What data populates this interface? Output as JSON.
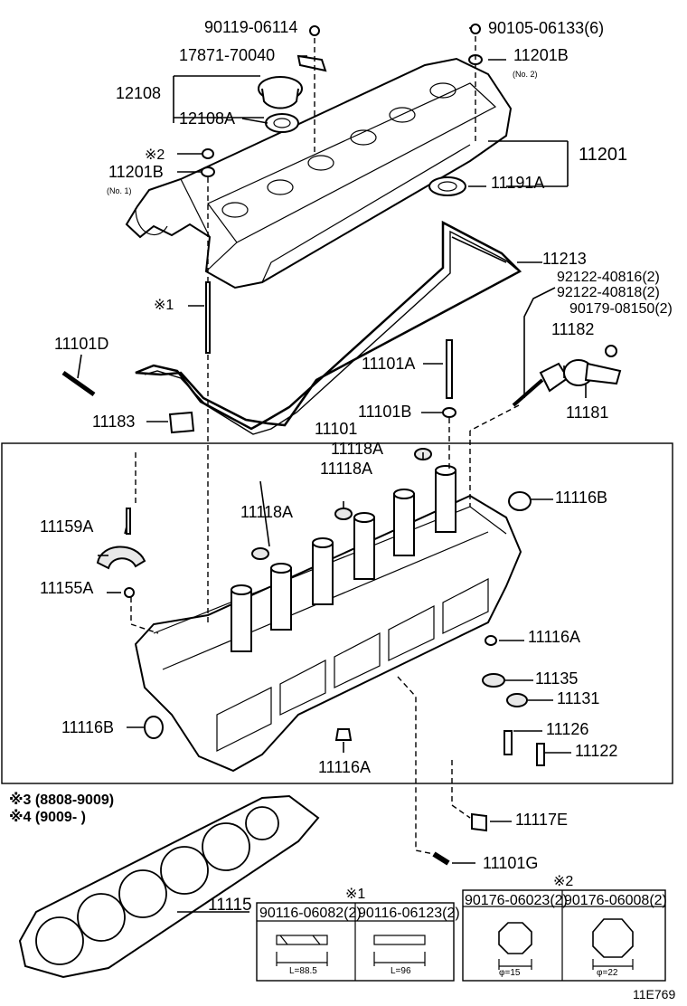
{
  "labels": {
    "p90119": "90119-06114",
    "p90105": "90105-06133(6)",
    "p17871": "17871-70040",
    "p11201b_top": "11201B",
    "no2": "(No. 2)",
    "p12108": "12108",
    "p12108a": "12108A",
    "ref2_top": "※2",
    "p11201b_left": "11201B",
    "no1": "(No. 1)",
    "p11201": "11201",
    "p11191a": "11191A",
    "p11213": "11213",
    "p92122_40816": "92122-40816(2)",
    "p92122_40818": "92122-40818(2)",
    "p90179": "90179-08150(2)",
    "ref1_left": "※1",
    "p11101d": "11101D",
    "p11182": "11182",
    "p11101a": "11101A",
    "p11181": "11181",
    "p11101b": "11101B",
    "p11183": "11183",
    "p11101": "11101",
    "p11118a_1": "11118A",
    "p11118a_2": "11118A",
    "p11118a_3": "11118A",
    "p11116b_r": "11116B",
    "p11159a": "11159A",
    "p11155a": "11155A",
    "p11116a_r": "11116A",
    "p11135": "11135",
    "p11131": "11131",
    "p11116b_l": "11116B",
    "p11126": "11126",
    "p11122": "11122",
    "p11116a_b": "11116A",
    "ref3": "※3 (8808-9009)",
    "ref4": "※4 (9009-         )",
    "p11117e": "11117E",
    "p11101g": "11101G",
    "p11115": "11115",
    "ref1_table": "※1",
    "ref2_table": "※2",
    "t1_col1": "90116-06082(2)",
    "t1_col2": "90116-06123(2)",
    "t2_col1": "90176-06023(2)",
    "t2_col2": "90176-06008(2)",
    "dim1": "L=88.5",
    "dim2": "L=96",
    "dim3": "φ=15",
    "dim4": "φ=22",
    "figure_id": "11E769"
  }
}
